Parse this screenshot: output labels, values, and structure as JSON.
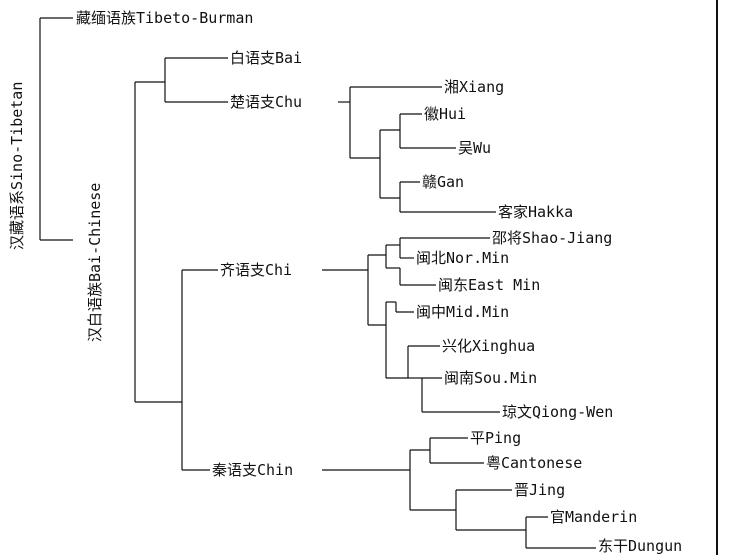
{
  "tree": {
    "sino_tibetan": "汉藏语系Sino-Tibetan",
    "tibeto_burman": "藏缅语族Tibeto-Burman",
    "bai_chinese": "汉白语族Bai-Chinese",
    "bai": "白语支Bai",
    "chu": "楚语支Chu",
    "xiang": "湘Xiang",
    "hui": "徽Hui",
    "wu": "吴Wu",
    "gan": "赣Gan",
    "hakka": "客家Hakka",
    "chi": "齐语支Chi",
    "shao_jiang": "邵将Shao-Jiang",
    "nor_min": "闽北Nor.Min",
    "east_min": "闽东East Min",
    "mid_min": "闽中Mid.Min",
    "xinghua": "兴化Xinghua",
    "sou_min": "闽南Sou.Min",
    "qiong_wen": "琼文Qiong-Wen",
    "chin": "秦语支Chin",
    "ping": "平Ping",
    "cantonese": "粤Cantonese",
    "jing": "晋Jing",
    "manderin": "官Manderin",
    "dungun": "东干Dungun"
  }
}
